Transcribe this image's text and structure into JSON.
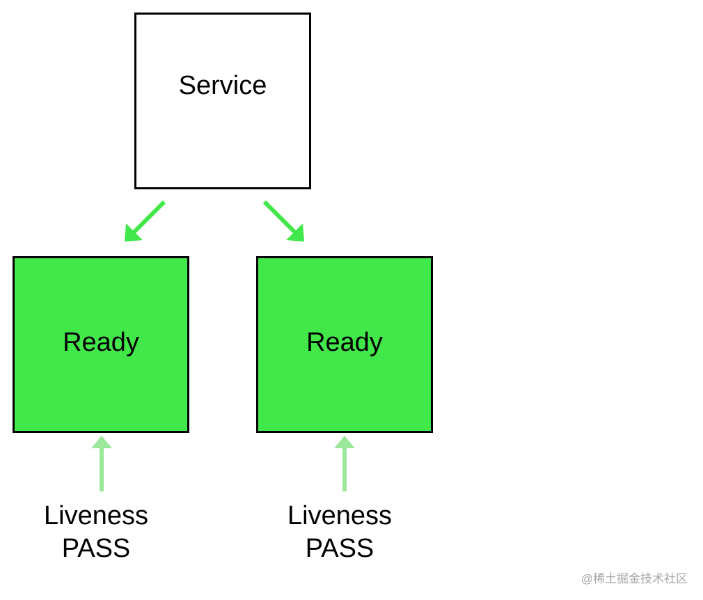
{
  "nodes": {
    "service": {
      "label": "Service"
    },
    "pods": [
      {
        "label": "Ready",
        "probe_line1": "Liveness",
        "probe_line2": "PASS"
      },
      {
        "label": "Ready",
        "probe_line1": "Liveness",
        "probe_line2": "PASS"
      }
    ]
  },
  "colors": {
    "ready_fill": "#42e84a",
    "arrow_traffic": "#42e84a",
    "arrow_probe": "#9be89c",
    "border": "#000000"
  },
  "watermark": "@稀土掘金技术社区"
}
